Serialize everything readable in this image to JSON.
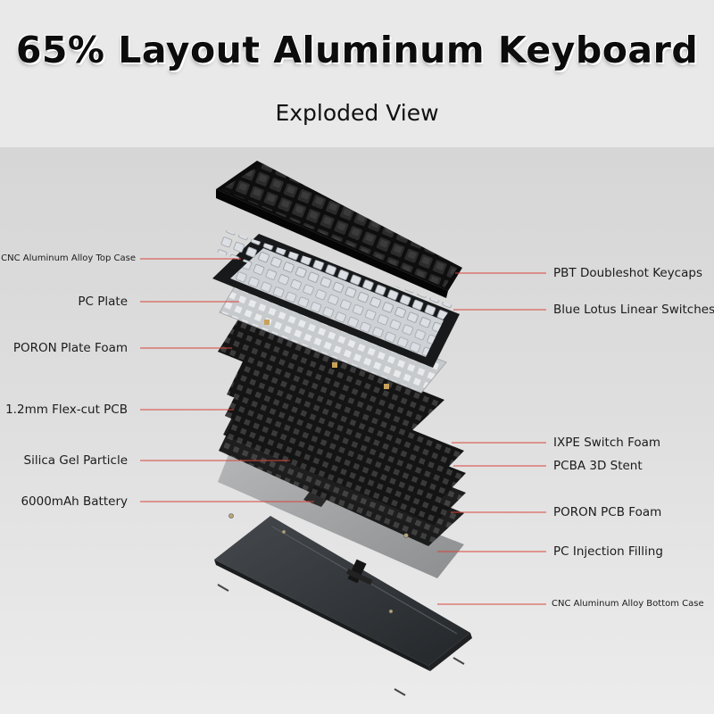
{
  "header": {
    "title": "65% Layout Aluminum Keyboard",
    "subtitle": "Exploded View"
  },
  "labels_left": [
    "CNC Aluminum Alloy Top Case",
    "PC Plate",
    "PORON Plate Foam",
    "1.2mm Flex-cut PCB",
    "Silica Gel Particle",
    "6000mAh Battery"
  ],
  "labels_right": [
    "PBT Doubleshot Keycaps",
    "Blue Lotus Linear Switches",
    "IXPE Switch Foam",
    "PCBA 3D Stent",
    "PORON PCB Foam",
    "PC Injection Filling",
    "CNC Aluminum Alloy Bottom Case"
  ],
  "colors": {
    "leader_line": "#d8443a",
    "aluminum_dark": "#2d3033",
    "plate_clear": "#c9ccd0",
    "foam_black": "#161616",
    "filling_gray": "#9a9c9e"
  }
}
